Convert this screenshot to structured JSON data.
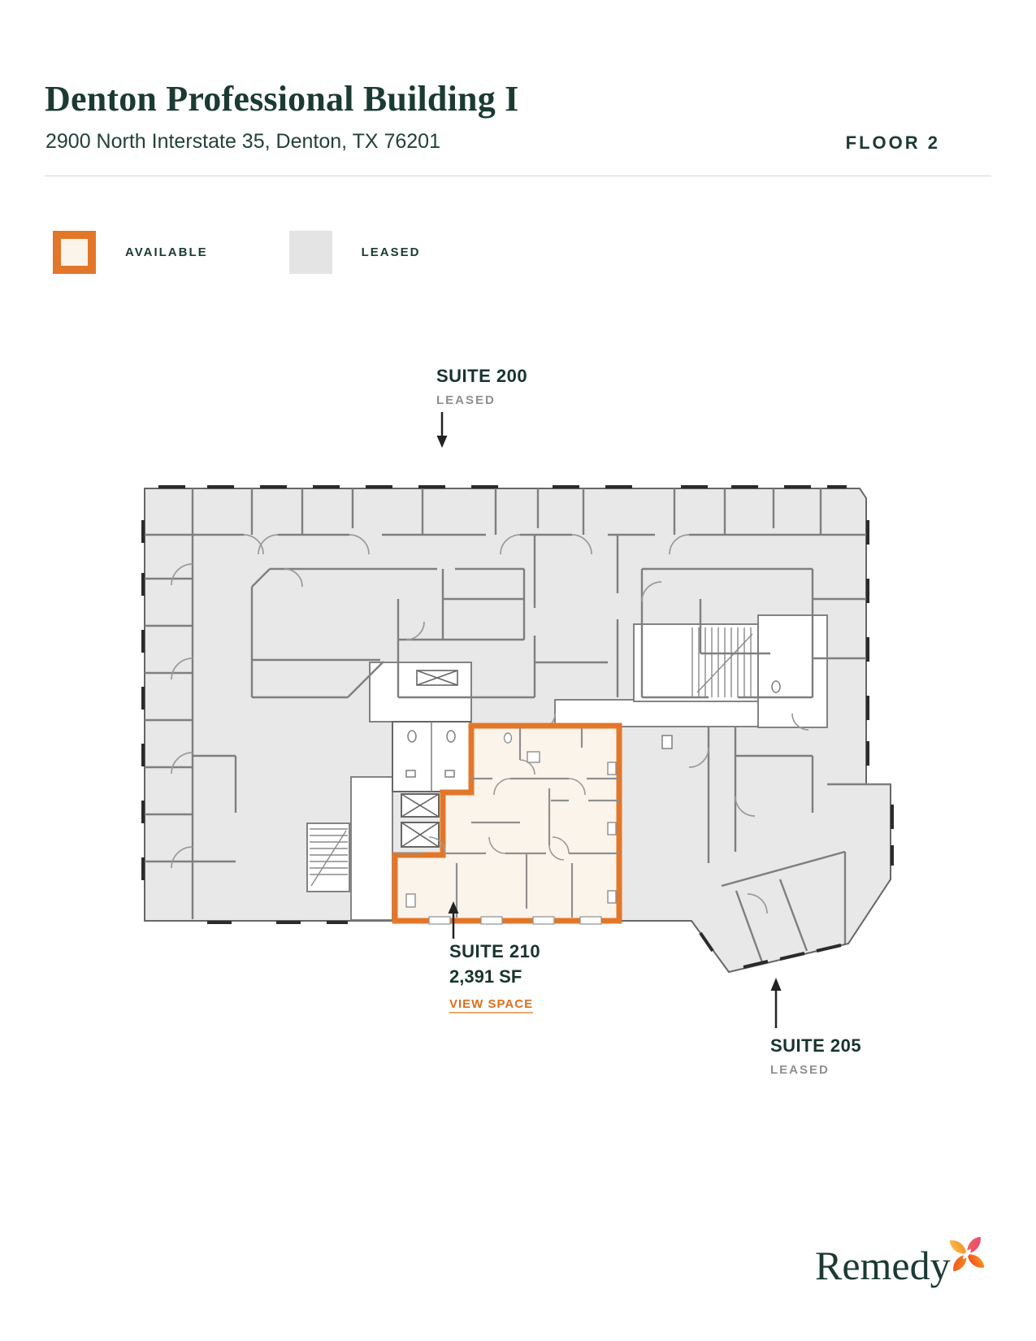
{
  "header": {
    "title": "Denton Professional Building I",
    "address": "2900 North Interstate 35, Denton, TX 76201",
    "floor_label": "FLOOR 2"
  },
  "legend": {
    "available_label": "AVAILABLE",
    "leased_label": "LEASED"
  },
  "suites": {
    "suite200": {
      "name": "SUITE 200",
      "status": "LEASED"
    },
    "suite210": {
      "name": "SUITE 210",
      "area": "2,391 SF",
      "link_label": "VIEW SPACE",
      "status": "AVAILABLE"
    },
    "suite205": {
      "name": "SUITE 205",
      "status": "LEASED"
    }
  },
  "floor_plan": {
    "available_suite": "SUITE 210",
    "leased_suites": [
      "SUITE 200",
      "SUITE 205"
    ]
  },
  "footer": {
    "brand": "Remedy"
  },
  "colors": {
    "accent_orange": "#e2772a",
    "link_orange": "#dd6f1e",
    "dark_teal": "#1b3a34",
    "leased_fill": "#e8e8e8",
    "available_fill": "#fbf4eb",
    "muted_gray": "#8f8f8f"
  }
}
